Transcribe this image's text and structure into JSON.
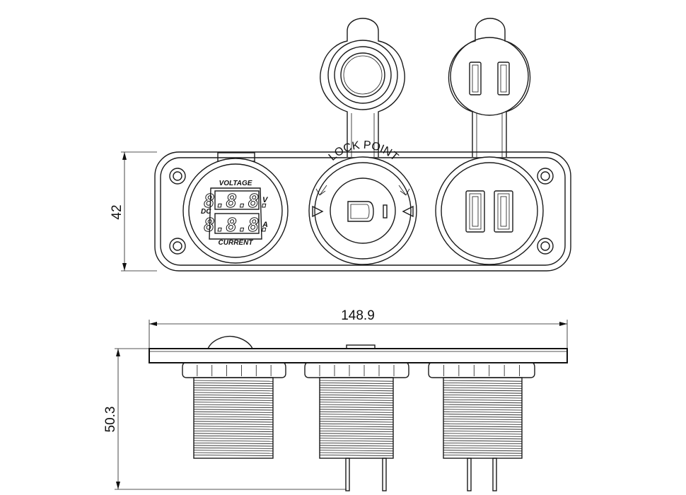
{
  "dimensions": {
    "height_front": "42",
    "width_side": "148.9",
    "height_side": "50.3"
  },
  "meter": {
    "voltage_label": "VOLTAGE",
    "current_label": "CURRENT",
    "dc_label": "DC",
    "volt_unit": "V",
    "amp_unit": "A",
    "volt_digits": "8.8.8.",
    "amp_digits": "8.8.8."
  },
  "socket": {
    "lock_label": "LOCK POINT"
  }
}
